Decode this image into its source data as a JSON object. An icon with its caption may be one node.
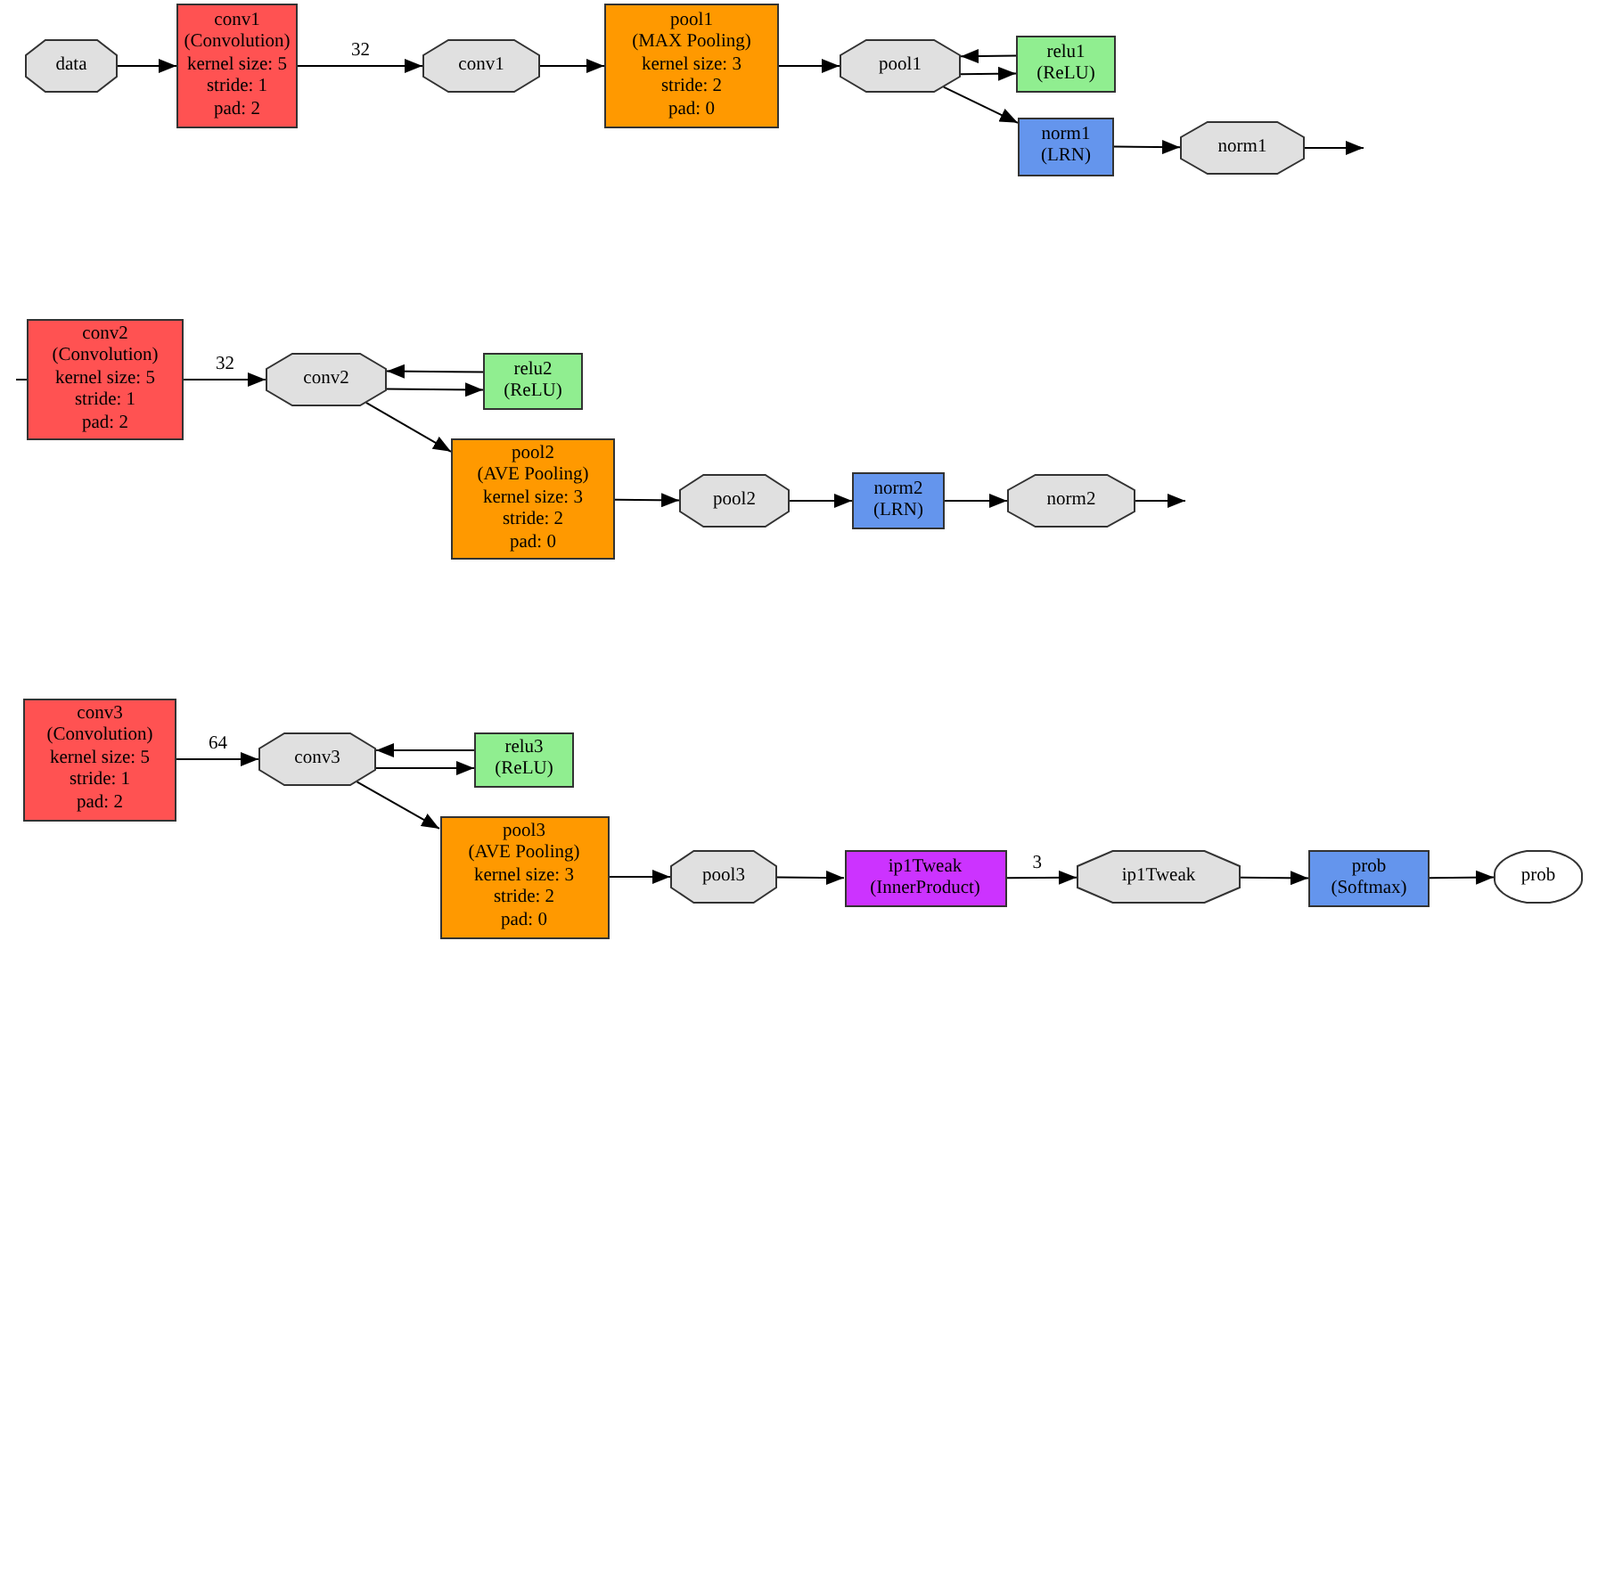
{
  "diagram": {
    "nodes": [
      {
        "text": [
          "data"
        ]
      },
      {
        "text": [
          "conv1",
          "(Convolution)",
          "kernel size: 5",
          "stride: 1",
          "pad: 2"
        ]
      },
      {
        "text": [
          "conv1"
        ]
      },
      {
        "text": [
          "pool1",
          "(MAX Pooling)",
          "kernel size: 3",
          "stride: 2",
          "pad: 0"
        ]
      },
      {
        "text": [
          "pool1"
        ]
      },
      {
        "text": [
          "relu1",
          "(ReLU)"
        ]
      },
      {
        "text": [
          "norm1",
          "(LRN)"
        ]
      },
      {
        "text": [
          "norm1"
        ]
      },
      {
        "text": [
          "conv2",
          "(Convolution)",
          "kernel size: 5",
          "stride: 1",
          "pad: 2"
        ]
      },
      {
        "text": [
          "conv2"
        ]
      },
      {
        "text": [
          "relu2",
          "(ReLU)"
        ]
      },
      {
        "text": [
          "pool2",
          "(AVE Pooling)",
          "kernel size: 3",
          "stride: 2",
          "pad: 0"
        ]
      },
      {
        "text": [
          "pool2"
        ]
      },
      {
        "text": [
          "norm2",
          "(LRN)"
        ]
      },
      {
        "text": [
          "norm2"
        ]
      },
      {
        "text": [
          "conv3",
          "(Convolution)",
          "kernel size: 5",
          "stride: 1",
          "pad: 2"
        ]
      },
      {
        "text": [
          "conv3"
        ]
      },
      {
        "text": [
          "relu3",
          "(ReLU)"
        ]
      },
      {
        "text": [
          "pool3",
          "(AVE Pooling)",
          "kernel size: 3",
          "stride: 2",
          "pad: 0"
        ]
      },
      {
        "text": [
          "pool3"
        ]
      },
      {
        "text": [
          "ip1Tweak",
          "(InnerProduct)"
        ]
      },
      {
        "text": [
          "ip1Tweak"
        ]
      },
      {
        "text": [
          "prob",
          "(Softmax)"
        ]
      },
      {
        "text": [
          "prob"
        ]
      }
    ],
    "edges": [
      {
        "from": 0,
        "to": 1,
        "arrow": "to"
      },
      {
        "from": 1,
        "to": 2,
        "arrow": "to",
        "label": "32"
      },
      {
        "from": 2,
        "to": 3,
        "arrow": "to"
      },
      {
        "from": 3,
        "to": 4,
        "arrow": "to"
      },
      {
        "from": 5,
        "to": 4,
        "arrow": "to"
      },
      {
        "from": 4,
        "to": 5,
        "arrow": "to"
      },
      {
        "from": 4,
        "to": 6,
        "arrow": "to"
      },
      {
        "from": 6,
        "to": 7,
        "arrow": "to"
      },
      {
        "from": 7,
        "to": null,
        "arrow": "to"
      },
      {
        "from": null,
        "to": 8,
        "arrow": "none"
      },
      {
        "from": 8,
        "to": 9,
        "arrow": "to",
        "label": "32"
      },
      {
        "from": 10,
        "to": 9,
        "arrow": "to"
      },
      {
        "from": 9,
        "to": 10,
        "arrow": "to"
      },
      {
        "from": 9,
        "to": 11,
        "arrow": "to"
      },
      {
        "from": 11,
        "to": 12,
        "arrow": "to"
      },
      {
        "from": 12,
        "to": 13,
        "arrow": "to"
      },
      {
        "from": 13,
        "to": 14,
        "arrow": "to"
      },
      {
        "from": 14,
        "to": null,
        "arrow": "to"
      },
      {
        "from": 15,
        "to": 16,
        "arrow": "to",
        "label": "64"
      },
      {
        "from": 17,
        "to": 16,
        "arrow": "to"
      },
      {
        "from": 16,
        "to": 17,
        "arrow": "to"
      },
      {
        "from": 16,
        "to": 18,
        "arrow": "to"
      },
      {
        "from": 18,
        "to": 19,
        "arrow": "to"
      },
      {
        "from": 19,
        "to": 20,
        "arrow": "to"
      },
      {
        "from": 20,
        "to": 21,
        "arrow": "to",
        "label": "3"
      },
      {
        "from": 21,
        "to": 22,
        "arrow": "to"
      },
      {
        "from": 22,
        "to": 23,
        "arrow": "to"
      }
    ]
  }
}
